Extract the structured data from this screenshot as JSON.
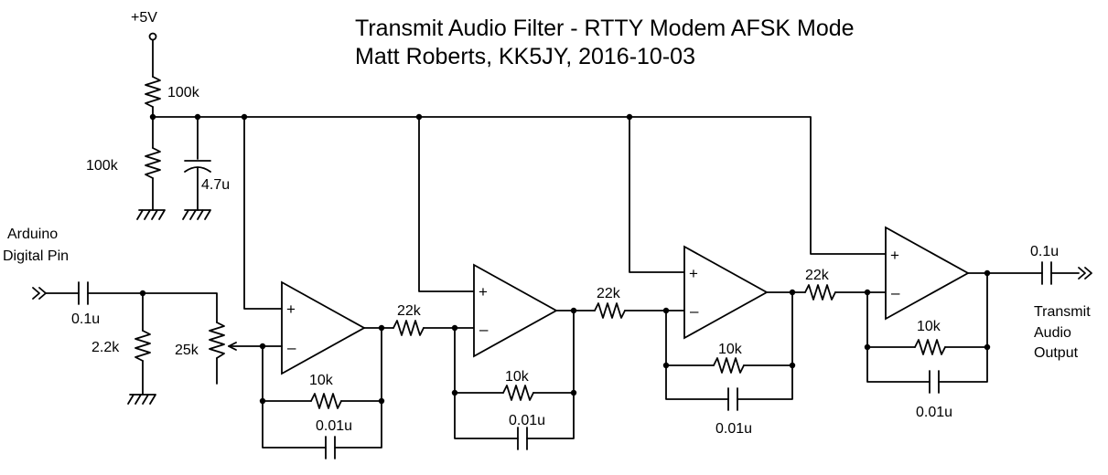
{
  "title": {
    "line1": "Transmit Audio Filter - RTTY Modem AFSK Mode",
    "line2": "Matt Roberts, KK5JY, 2016-10-03"
  },
  "supply": {
    "label": "+5V"
  },
  "bias": {
    "r_top": "100k",
    "r_bottom": "100k",
    "cap": "4.7u"
  },
  "input": {
    "label_line1": "Arduino",
    "label_line2": "Digital Pin",
    "coupling_cap": "0.1u",
    "shunt_resistor": "2.2k",
    "pot": "25k"
  },
  "stages": [
    {
      "r_feedback": "10k",
      "c_feedback": "0.01u"
    },
    {
      "r_input": "22k",
      "r_feedback": "10k",
      "c_feedback": "0.01u"
    },
    {
      "r_input": "22k",
      "r_feedback": "10k",
      "c_feedback": "0.01u"
    },
    {
      "r_input": "22k",
      "r_feedback": "10k",
      "c_feedback": "0.01u"
    }
  ],
  "output": {
    "cap": "0.1u",
    "label_line1": "Transmit",
    "label_line2": "Audio",
    "label_line3": "Output"
  },
  "opamp_symbols": {
    "plus": "+",
    "minus": "–"
  }
}
